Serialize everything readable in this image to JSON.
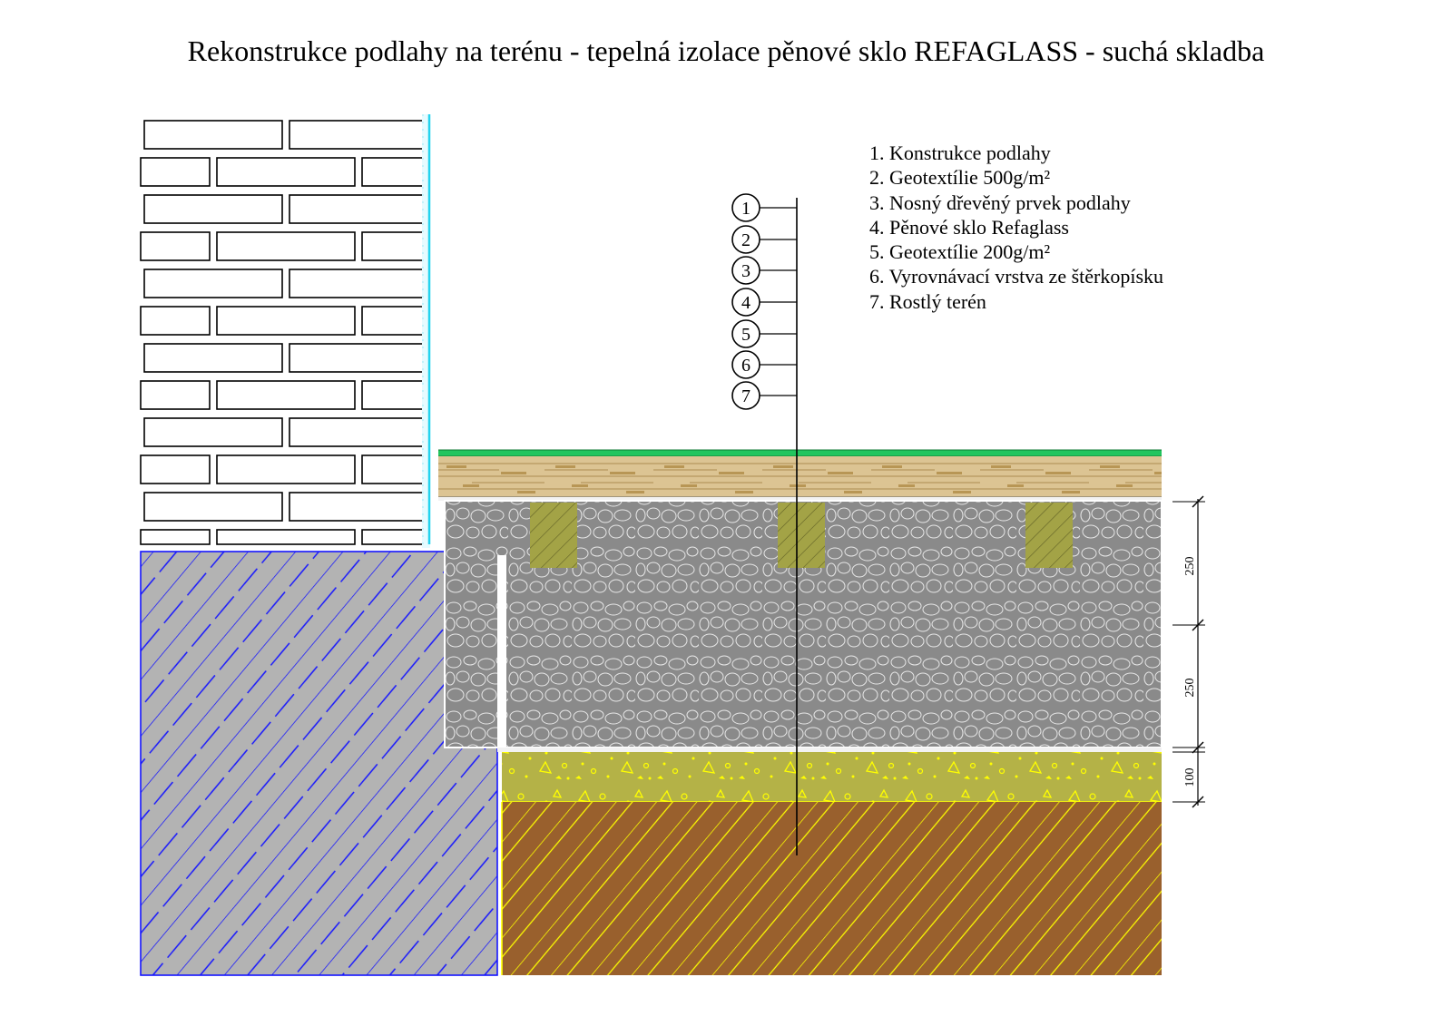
{
  "title": "Rekonstrukce podlahy na terénu - tepelná izolace pěnové sklo REFAGLASS - suchá skladba",
  "legend": [
    "1. Konstrukce podlahy",
    "2. Geotextílie 500g/m²",
    "3. Nosný dřevěný prvek podlahy",
    "4. Pěnové sklo Refaglass",
    "5. Geotextílie 200g/m²",
    "6. Vyrovnávací vrstva ze štěrkopísku",
    "7. Rostlý terén"
  ],
  "markers": [
    "1",
    "2",
    "3",
    "4",
    "5",
    "6",
    "7"
  ],
  "dimensions": [
    "250",
    "250",
    "100"
  ],
  "colors": {
    "brick_line": "#000000",
    "waterproofing": "#22d3ee",
    "concrete": "#b3b3b3",
    "concrete_hatch": "#1414ff",
    "floor_green": "#22c55e",
    "wood_layer": "#d6bc8a",
    "foam_glass": "#8c8c8c",
    "timber_joist": "#a3a346",
    "gravel_sand": "#b6b44a",
    "gravel_dots": "#ffff00",
    "soil": "#99602d",
    "soil_hatch": "#ffff00"
  }
}
